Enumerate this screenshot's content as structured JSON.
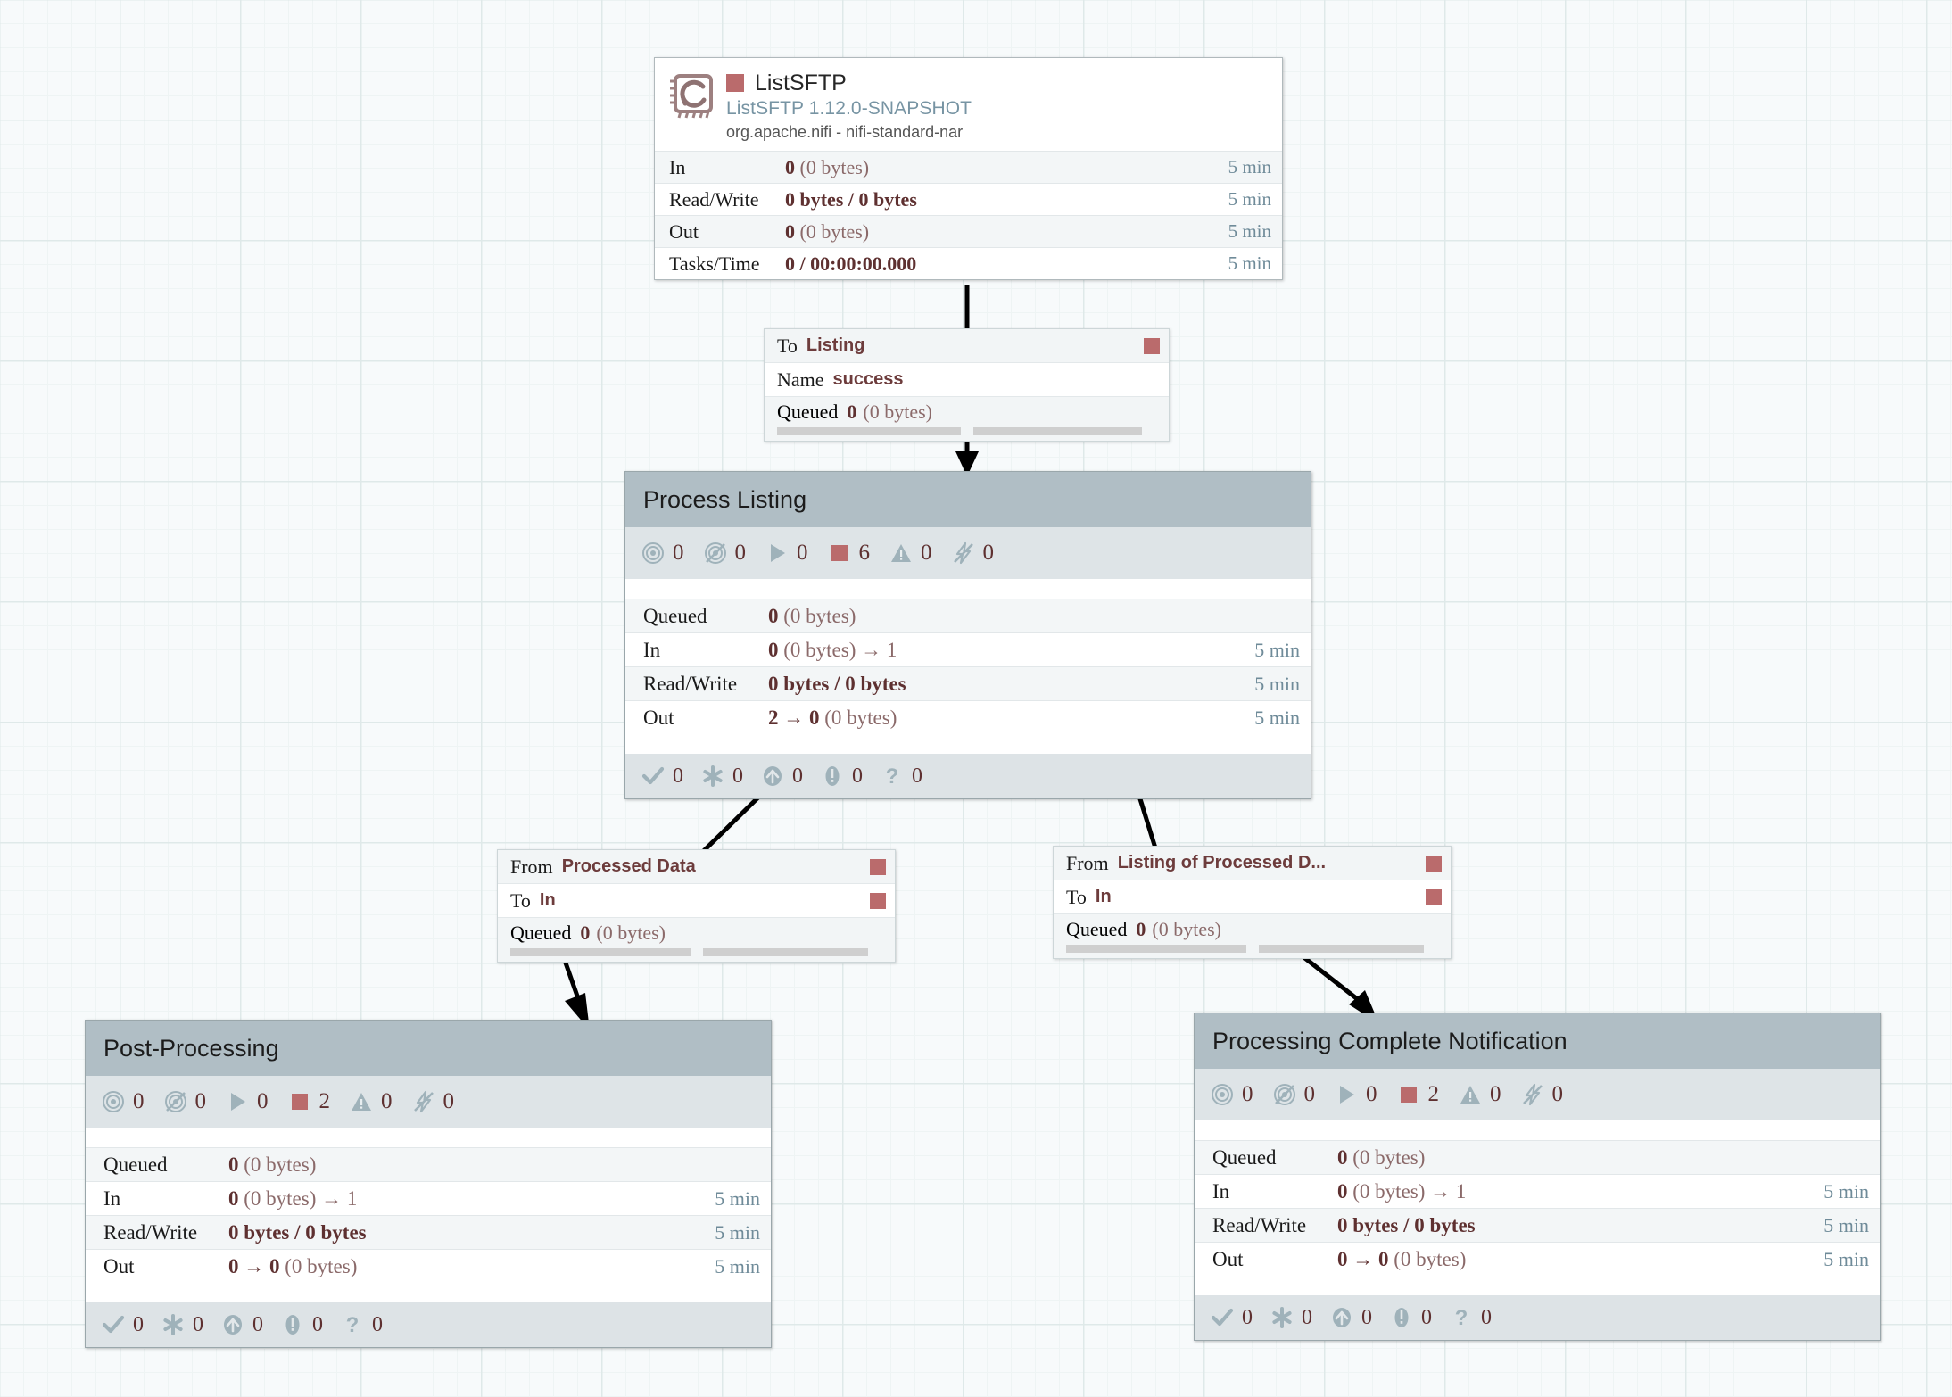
{
  "canvas": {
    "label": "nifi-flow-canvas"
  },
  "processor": {
    "name": "ListSFTP",
    "type": "ListSFTP 1.12.0-SNAPSHOT",
    "bundle": "org.apache.nifi - nifi-standard-nar",
    "status_color": "#ba6b6c",
    "stats": [
      {
        "label": "In",
        "value": "0",
        "detail": "(0 bytes)",
        "time": "5 min"
      },
      {
        "label": "Read/Write",
        "value": "0 bytes / 0 bytes",
        "detail": "",
        "time": "5 min"
      },
      {
        "label": "Out",
        "value": "0",
        "detail": "(0 bytes)",
        "time": "5 min"
      },
      {
        "label": "Tasks/Time",
        "value": "0 / 00:00:00.000",
        "detail": "",
        "time": "5 min"
      }
    ]
  },
  "connections": [
    {
      "id": "conn-success",
      "rows": [
        {
          "label": "To",
          "value": "Listing",
          "has_square": true
        },
        {
          "label": "Name",
          "value": "success",
          "has_square": false
        }
      ],
      "queued_label": "Queued",
      "queued_count": "0",
      "queued_size": "(0 bytes)"
    },
    {
      "id": "conn-processed-data",
      "rows": [
        {
          "label": "From",
          "value": "Processed Data",
          "has_square": true
        },
        {
          "label": "To",
          "value": "In",
          "has_square": true
        }
      ],
      "queued_label": "Queued",
      "queued_count": "0",
      "queued_size": "(0 bytes)"
    },
    {
      "id": "conn-listing-of-processed",
      "rows": [
        {
          "label": "From",
          "value": "Listing of Processed D...",
          "has_square": true
        },
        {
          "label": "To",
          "value": "In",
          "has_square": true
        }
      ],
      "queued_label": "Queued",
      "queued_count": "0",
      "queued_size": "(0 bytes)"
    }
  ],
  "process_groups": [
    {
      "id": "pg-process-listing",
      "title": "Process Listing",
      "component_counts": [
        {
          "icon": "transmitting-icon",
          "count": "0"
        },
        {
          "icon": "not-transmitting-icon",
          "count": "0"
        },
        {
          "icon": "running-icon",
          "count": "0"
        },
        {
          "icon": "stopped-icon",
          "count": "6"
        },
        {
          "icon": "invalid-icon",
          "count": "0"
        },
        {
          "icon": "disabled-icon",
          "count": "0"
        }
      ],
      "stats": [
        {
          "label": "Queued",
          "value": "0",
          "detail": "(0 bytes)",
          "time": ""
        },
        {
          "label": "In",
          "value": "0",
          "detail": "(0 bytes) → 1",
          "time": "5 min"
        },
        {
          "label": "Read/Write",
          "value": "0 bytes / 0 bytes",
          "detail": "",
          "time": "5 min"
        },
        {
          "label": "Out",
          "value": "2 → 0",
          "detail": "(0 bytes)",
          "time": "5 min"
        }
      ],
      "version_counts": [
        {
          "icon": "up-to-date-icon",
          "count": "0"
        },
        {
          "icon": "locally-modified-icon",
          "count": "0"
        },
        {
          "icon": "stale-icon",
          "count": "0"
        },
        {
          "icon": "locally-modified-stale-icon",
          "count": "0"
        },
        {
          "icon": "sync-failure-icon",
          "count": "0"
        }
      ]
    },
    {
      "id": "pg-post-processing",
      "title": "Post-Processing",
      "component_counts": [
        {
          "icon": "transmitting-icon",
          "count": "0"
        },
        {
          "icon": "not-transmitting-icon",
          "count": "0"
        },
        {
          "icon": "running-icon",
          "count": "0"
        },
        {
          "icon": "stopped-icon",
          "count": "2"
        },
        {
          "icon": "invalid-icon",
          "count": "0"
        },
        {
          "icon": "disabled-icon",
          "count": "0"
        }
      ],
      "stats": [
        {
          "label": "Queued",
          "value": "0",
          "detail": "(0 bytes)",
          "time": ""
        },
        {
          "label": "In",
          "value": "0",
          "detail": "(0 bytes) → 1",
          "time": "5 min"
        },
        {
          "label": "Read/Write",
          "value": "0 bytes / 0 bytes",
          "detail": "",
          "time": "5 min"
        },
        {
          "label": "Out",
          "value": "0 → 0",
          "detail": "(0 bytes)",
          "time": "5 min"
        }
      ],
      "version_counts": [
        {
          "icon": "up-to-date-icon",
          "count": "0"
        },
        {
          "icon": "locally-modified-icon",
          "count": "0"
        },
        {
          "icon": "stale-icon",
          "count": "0"
        },
        {
          "icon": "locally-modified-stale-icon",
          "count": "0"
        },
        {
          "icon": "sync-failure-icon",
          "count": "0"
        }
      ]
    },
    {
      "id": "pg-processing-complete-notification",
      "title": "Processing Complete Notification",
      "component_counts": [
        {
          "icon": "transmitting-icon",
          "count": "0"
        },
        {
          "icon": "not-transmitting-icon",
          "count": "0"
        },
        {
          "icon": "running-icon",
          "count": "0"
        },
        {
          "icon": "stopped-icon",
          "count": "2"
        },
        {
          "icon": "invalid-icon",
          "count": "0"
        },
        {
          "icon": "disabled-icon",
          "count": "0"
        }
      ],
      "stats": [
        {
          "label": "Queued",
          "value": "0",
          "detail": "(0 bytes)",
          "time": ""
        },
        {
          "label": "In",
          "value": "0",
          "detail": "(0 bytes) → 1",
          "time": "5 min"
        },
        {
          "label": "Read/Write",
          "value": "0 bytes / 0 bytes",
          "detail": "",
          "time": "5 min"
        },
        {
          "label": "Out",
          "value": "0 → 0",
          "detail": "(0 bytes)",
          "time": "5 min"
        }
      ],
      "version_counts": [
        {
          "icon": "up-to-date-icon",
          "count": "0"
        },
        {
          "icon": "locally-modified-icon",
          "count": "0"
        },
        {
          "icon": "stale-icon",
          "count": "0"
        },
        {
          "icon": "locally-modified-stale-icon",
          "count": "0"
        },
        {
          "icon": "sync-failure-icon",
          "count": "0"
        }
      ]
    }
  ],
  "colors": {
    "stopped_red": "#ba6b6c",
    "group_header": "#b0bec5",
    "icon_bar": "#dee4e7",
    "stat_text": "#5e3030",
    "time_text": "#6f8b99"
  }
}
